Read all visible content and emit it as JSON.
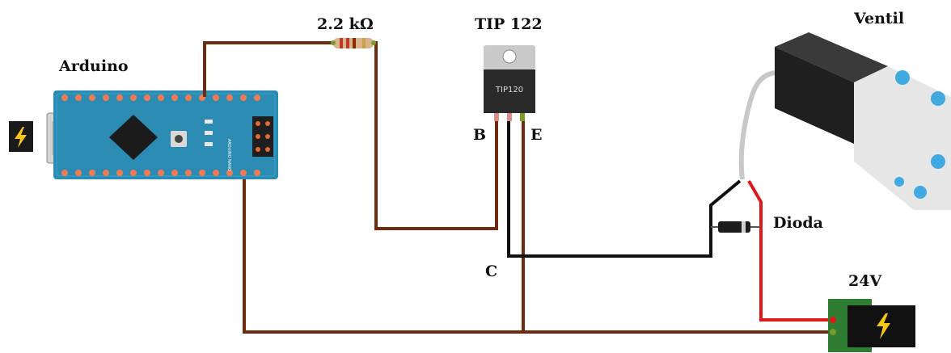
{
  "labels": {
    "arduino": "Arduino",
    "resistor": "2.2 kΩ",
    "transistor": "TIP 122",
    "pin_b": "B",
    "pin_e": "E",
    "pin_c": "C",
    "valve": "Ventil",
    "diode": "Dioda",
    "supply": "24V"
  },
  "component_markings": {
    "transistor_body": "TIP120",
    "board_name": "ARDUINO NANO"
  },
  "icons": {
    "usb_power": "lightning-bolt-icon",
    "supply_power": "lightning-bolt-icon"
  },
  "colors": {
    "wire_brown": "#6e2b0f",
    "wire_black": "#111111",
    "wire_red": "#e01818",
    "wire_grey": "#c8c8c8",
    "board_blue": "#2b8bb3",
    "pin_pad": "#f07b52",
    "bolt_yellow": "#f5c518"
  }
}
